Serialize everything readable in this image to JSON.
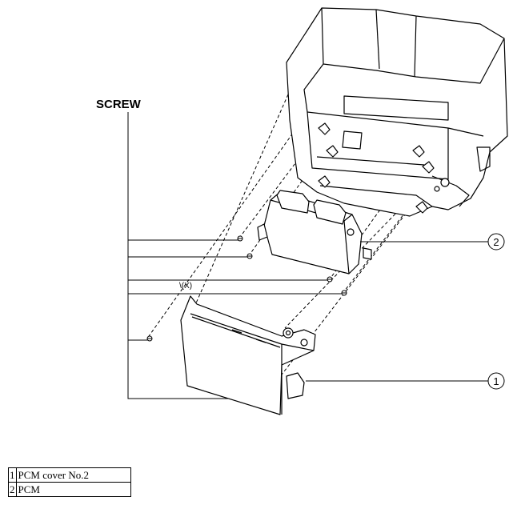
{
  "diagram": {
    "screw_label": "SCREW",
    "small_note": "\\(X)",
    "callout_1": "1",
    "callout_2": "2"
  },
  "legend": [
    {
      "num": "1",
      "name": "PCM cover No.2"
    },
    {
      "num": "2",
      "name": "PCM"
    }
  ]
}
